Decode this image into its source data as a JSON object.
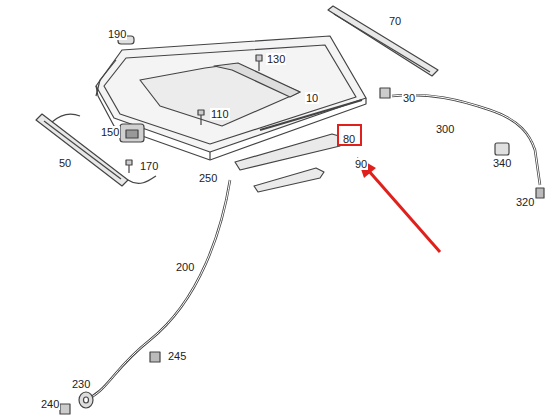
{
  "diagram": {
    "nodes": [
      {
        "text": [
          "80"
        ]
      }
    ],
    "labels": [
      "190",
      "130",
      "70",
      "110",
      "10",
      "30",
      "150",
      "170",
      "300",
      "90",
      "340",
      "50",
      "250",
      "320",
      "200",
      "245",
      "230",
      "240"
    ]
  }
}
